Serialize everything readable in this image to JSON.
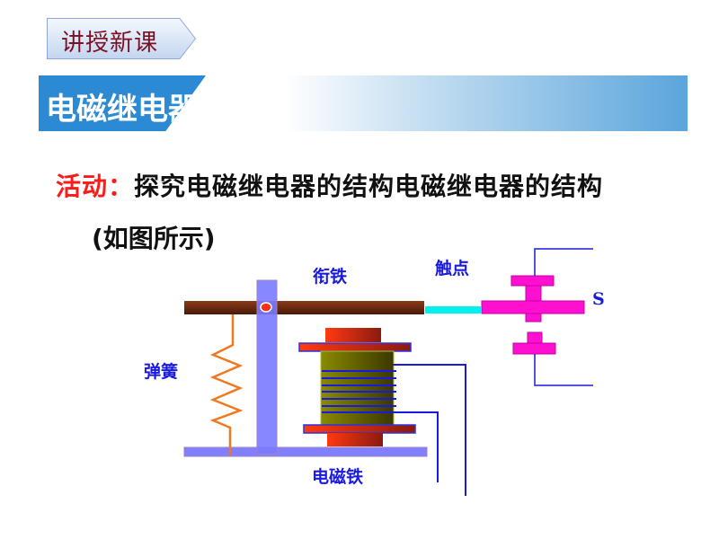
{
  "tag": {
    "label": "讲授新课"
  },
  "title": {
    "text": "电磁继电器结"
  },
  "activity": {
    "prefix": "活动：",
    "text": "探究电磁继电器的结构电磁继电器的结构",
    "sub": "(如图所示)"
  },
  "diagram": {
    "labels": {
      "armature": "衔铁",
      "contact": "触点",
      "spring": "弹簧",
      "electromagnet": "电磁铁",
      "switch": "S"
    }
  },
  "colors": {
    "accent_blue": "#2b8ad3",
    "tag_text": "#7a1020",
    "activity_red": "#ff1a1a",
    "label_blue": "#1a1adf"
  }
}
